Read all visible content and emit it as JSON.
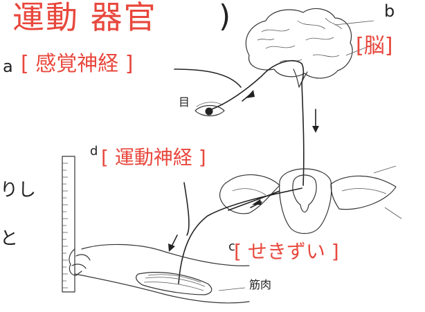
{
  "title": {
    "text": "運動 器官",
    "paren": ")"
  },
  "labels": {
    "a": {
      "letter": "a",
      "answer": "[ 感覚神経 ]"
    },
    "b": {
      "letter": "b",
      "answer": "[脳]"
    },
    "c": {
      "letter": "c",
      "answer": "[ せきずい ]"
    },
    "d": {
      "letter": "d",
      "answer": "[ 運動神経 ]"
    }
  },
  "parts": {
    "eye": "目",
    "muscle": "筋肉"
  },
  "margin_notes": [
    "りし",
    "と"
  ],
  "colors": {
    "answer": "#e8473c",
    "ink": "#222222"
  }
}
